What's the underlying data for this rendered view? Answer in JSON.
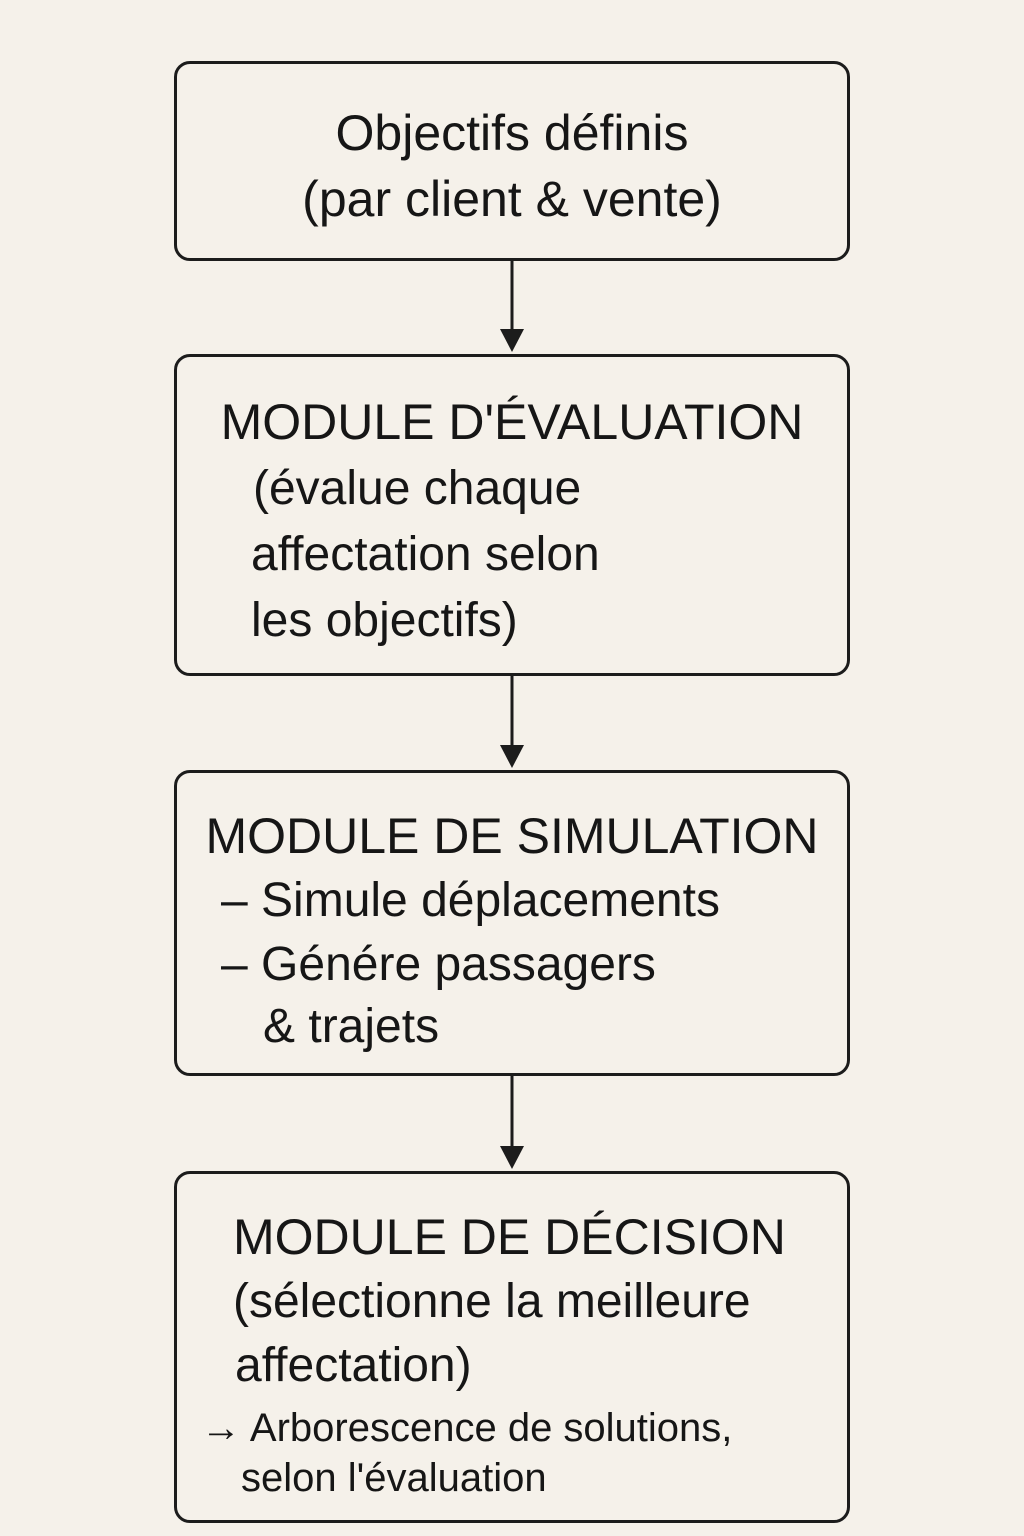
{
  "boxes": [
    {
      "lines": [
        "Objectifs définis",
        "(par client & vente)"
      ]
    },
    {
      "title": "MODULE D'ÉVALUATION",
      "lines": [
        "(évalue chaque",
        "affectation selon",
        "les objectifs)"
      ]
    },
    {
      "title": "MODULE DE SIMULATION",
      "lines": [
        "– Simule déplacements",
        "– Génére passagers",
        "& trajets"
      ]
    },
    {
      "title": "MODULE DE DÉCISION",
      "lines": [
        "(sélectionne la meilleure",
        "affectation)"
      ],
      "note_lines": [
        "→ Arborescence de solutions,",
        "selon l'évaluation"
      ]
    }
  ]
}
